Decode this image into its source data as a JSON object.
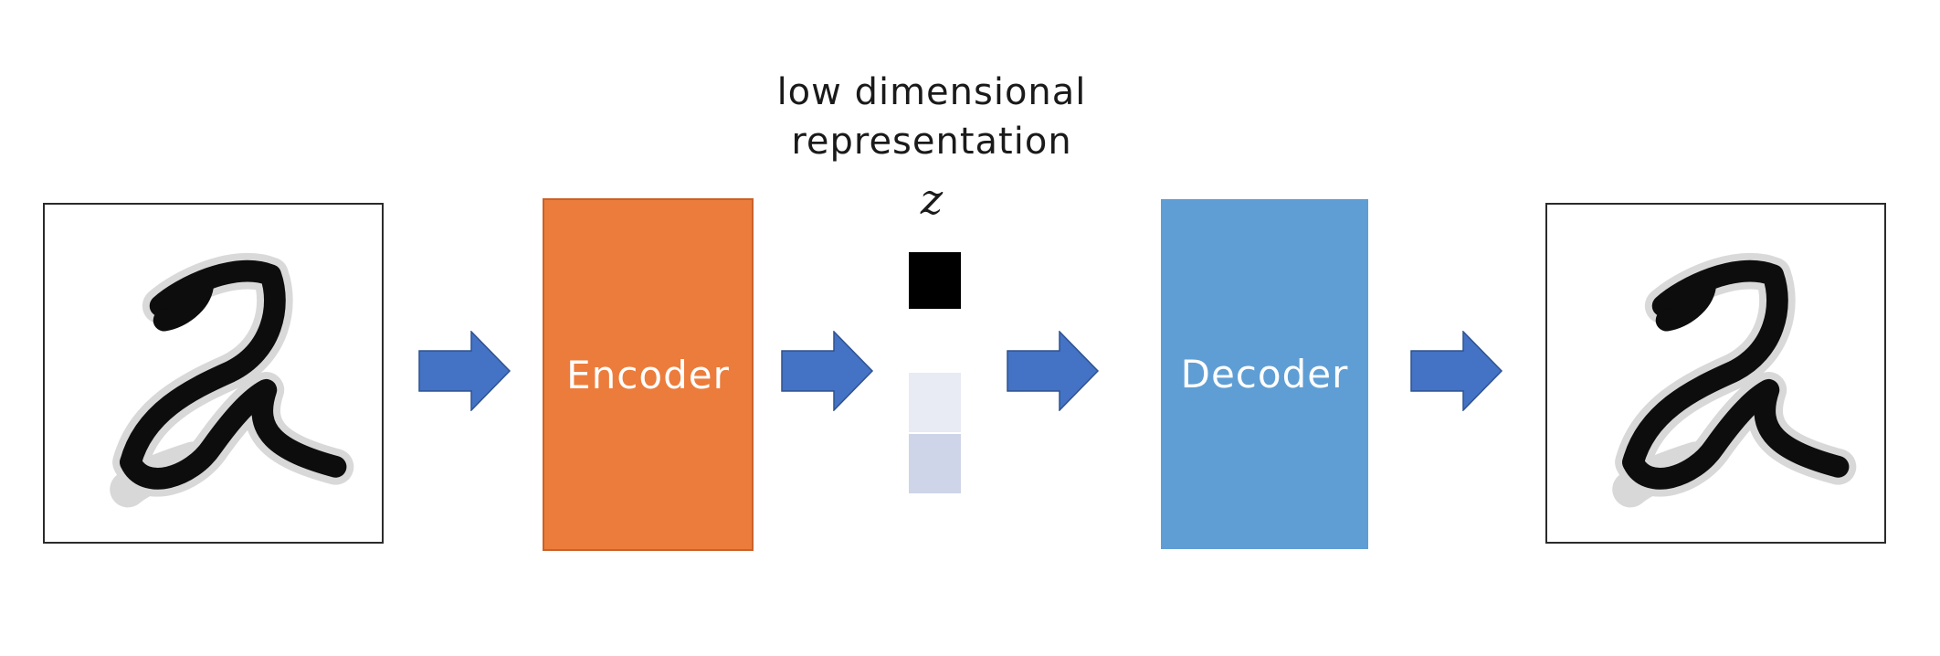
{
  "diagram": {
    "input_image": {
      "caption": ""
    },
    "encoder": {
      "label": "Encoder",
      "color": "#ec7c3b"
    },
    "latent": {
      "title_line1": "low dimensional",
      "title_line2": "representation",
      "symbol": "z",
      "cells": [
        {
          "color": "#000000"
        },
        {
          "color": "#ffffff"
        },
        {
          "color": "#e8eaf4"
        },
        {
          "color": "#cfd5e8"
        }
      ]
    },
    "decoder": {
      "label": "Decoder",
      "color": "#5f9ed4"
    },
    "output_image": {
      "caption": ""
    },
    "arrow_color": "#4472c4"
  }
}
